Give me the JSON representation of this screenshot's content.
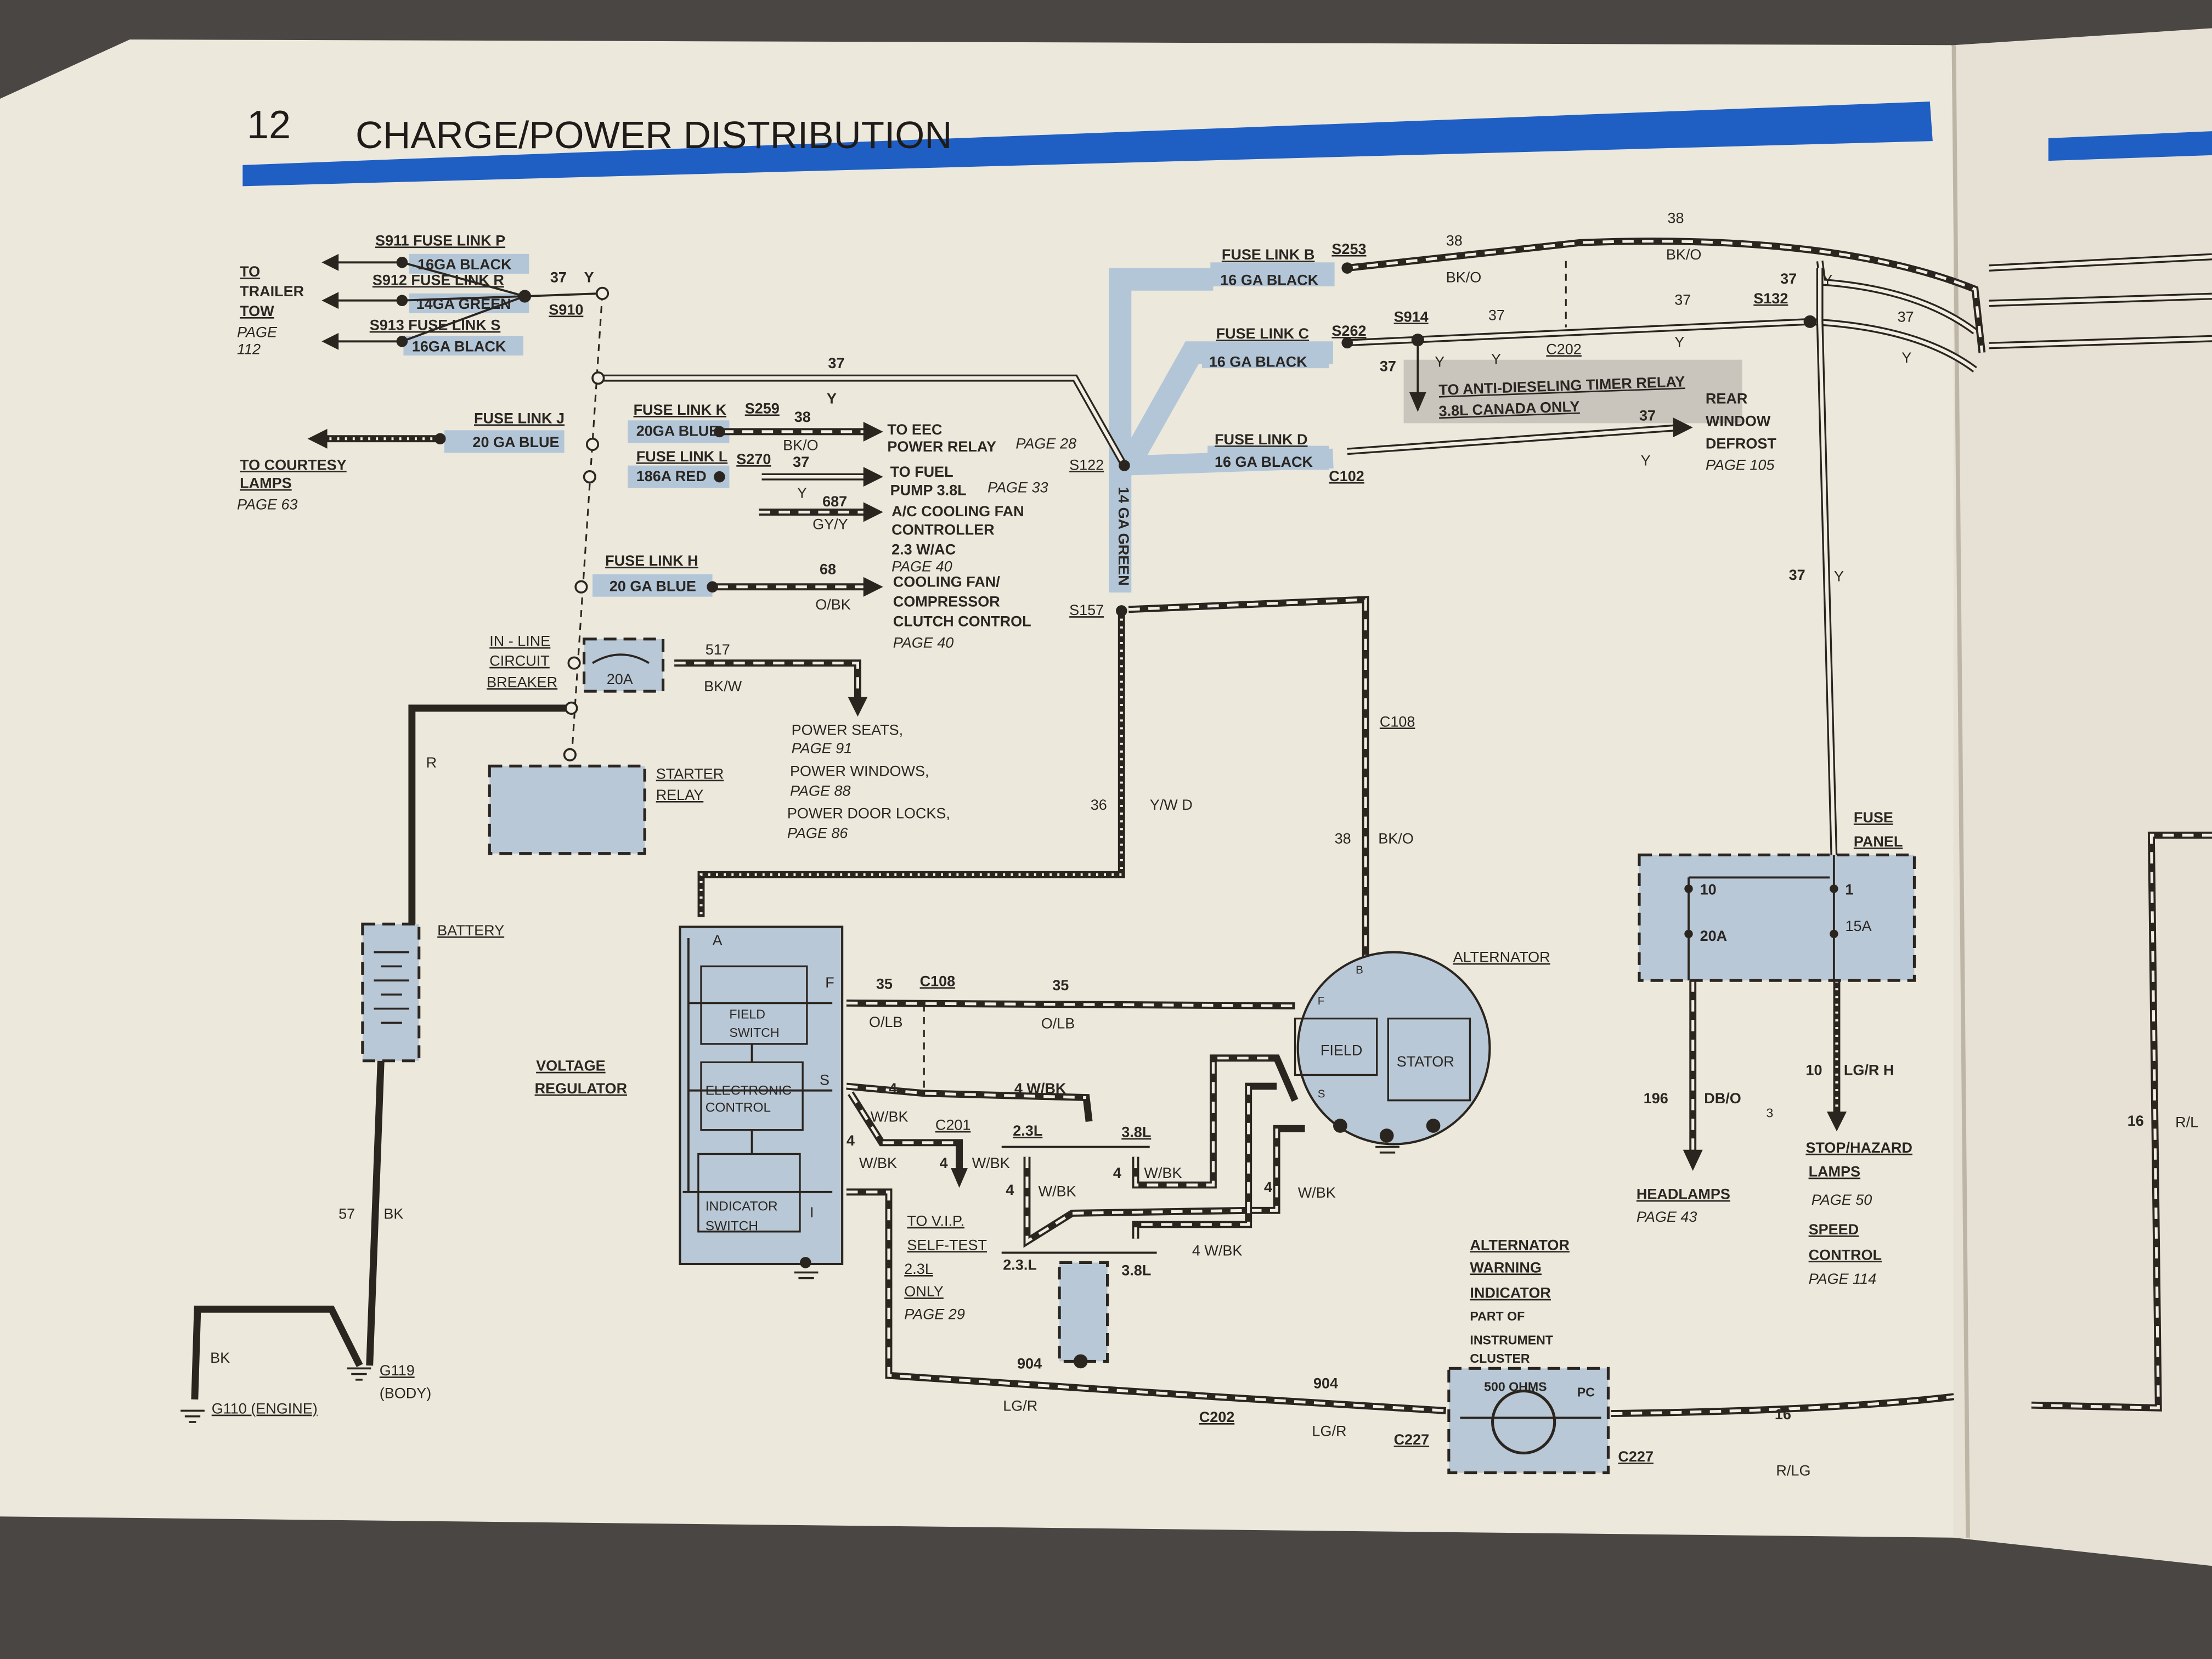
{
  "header": {
    "page_number": "12",
    "title": "CHARGE/POWER DISTRIBUTION"
  },
  "colors": {
    "accent_bar": "#1f5fc4",
    "highlight": "#b3c6d8",
    "page": "#ece8dc",
    "background": "#4a4644"
  },
  "trailer": {
    "to": "TO",
    "trailer": "TRAILER",
    "tow": "TOW",
    "page": "PAGE",
    "page_num": "112",
    "s911": "S911 FUSE LINK P",
    "s911_wire": "16GA BLACK",
    "s912": "S912 FUSE LINK R",
    "s912_wire": "14GA GREEN",
    "s913": "S913 FUSE LINK S",
    "s913_wire": "16GA BLACK",
    "circuit": "37",
    "color": "Y",
    "splice": "S910"
  },
  "bus": {
    "circuit": "37",
    "color": "Y"
  },
  "courtesy": {
    "link": "FUSE LINK J",
    "wire": "20 GA BLUE",
    "dest1": "TO COURTESY",
    "dest2": "LAMPS",
    "page": "PAGE 63"
  },
  "eec": {
    "link": "FUSE LINK K",
    "splice": "S259",
    "circuit": "38",
    "wire": "20GA BLUE",
    "color": "BK/O",
    "dest1": "TO  EEC",
    "dest2": "POWER RELAY",
    "page": "PAGE 28"
  },
  "fuel": {
    "link": "FUSE LINK L",
    "splice": "S270",
    "circuit": "37",
    "wire": "186A RED",
    "color": "Y",
    "circuit2": "687",
    "color2": "GY/Y",
    "dest1": "TO  FUEL",
    "dest2": "PUMP 3.8L",
    "page": "PAGE 33",
    "ac1": "A/C COOLING FAN",
    "ac2": "CONTROLLER",
    "ac3": "2.3 W/AC",
    "ac_page": "PAGE 40"
  },
  "fan": {
    "link": "FUSE LINK H",
    "wire": "20 GA BLUE",
    "circuit": "68",
    "color": "O/BK",
    "dest1": "COOLING FAN/",
    "dest2": "COMPRESSOR",
    "dest3": "CLUTCH CONTROL",
    "page": "PAGE 40"
  },
  "breaker": {
    "l1": "IN - LINE",
    "l2": "CIRCUIT",
    "l3": "BREAKER",
    "rating": "20A",
    "circuit": "517",
    "color": "BK/W",
    "d1": "POWER SEATS,",
    "p1": "PAGE 91",
    "d2": "POWER WINDOWS,",
    "p2": "PAGE 88",
    "d3": "POWER DOOR LOCKS,",
    "p3": "PAGE 86"
  },
  "splices": {
    "s122": "S122",
    "s157": "S157",
    "green": "14 GA GREEN",
    "r": "R",
    "c36": "36",
    "ywd": "Y/W D"
  },
  "starter": {
    "l1": "STARTER",
    "l2": "RELAY"
  },
  "upper_right": {
    "b_link": "FUSE LINK B",
    "b_splice": "S253",
    "b_wire": "16 GA BLACK",
    "b_circ1": "38",
    "b_color1": "BK/O",
    "b_circ2": "38",
    "b_color2": "BK/O",
    "c_link": "FUSE LINK C",
    "c_splice": "S262",
    "c_wire": "16 GA BLACK",
    "s914": "S914",
    "c_circ1": "37",
    "c_circ2": "37",
    "c_circ3": "37",
    "c_y1": "Y",
    "c_circ4": "37",
    "c_y2": "Y",
    "c_y3": "Y",
    "c202": "C202",
    "c_y4": "Y",
    "s132": "S132",
    "c_circ5": "37",
    "c_y5": "Y",
    "c_y6": "Y",
    "anti1": "TO ANTI-DIESELING TIMER RELAY",
    "anti2": "3.8L CANADA ONLY",
    "d_link": "FUSE LINK D",
    "d_wire": "16 GA BLACK",
    "c102": "C102",
    "d_circ": "37",
    "d_color": "Y",
    "rear1": "REAR",
    "rear2": "WINDOW",
    "rear3": "DEFROST",
    "rear_page": "PAGE 105",
    "down_circ": "37",
    "down_color": "Y"
  },
  "alt_feed": {
    "c108": "C108",
    "circuit": "38",
    "color": "BK/O"
  },
  "fuse_panel": {
    "l1": "FUSE",
    "l2": "PANEL",
    "f10": "10",
    "f10_rating": "20A",
    "f1": "1",
    "f1_rating": "15A"
  },
  "alternator": {
    "label": "ALTERNATOR",
    "field": "FIELD",
    "stator": "STATOR",
    "b": "B",
    "f": "F",
    "s": "S"
  },
  "outputs": {
    "hl_circ": "196",
    "hl_color": "DB/O",
    "hl_note": "3",
    "hl1": "HEADLAMPS",
    "hl_page": "PAGE 43",
    "st_circ": "10",
    "st_color": "LG/R H",
    "st1": "STOP/HAZARD",
    "st2": "LAMPS",
    "st_page": "PAGE 50",
    "sp1": "SPEED",
    "sp2": "CONTROL",
    "sp_page": "PAGE 114"
  },
  "warning": {
    "l1": "ALTERNATOR",
    "l2": "WARNING",
    "l3": "INDICATOR",
    "l4": "PART OF",
    "l5": "INSTRUMENT",
    "l6": "CLUSTER",
    "ohms": "500 OHMS",
    "pc": "PC",
    "c227a": "C227",
    "c227b": "C227",
    "circ16": "16",
    "rlg": "R/LG",
    "c904a": "904",
    "c904b": "904",
    "lgr1": "LG/R",
    "lgr2": "LG/R",
    "c202": "C202"
  },
  "regulator": {
    "l1": "VOLTAGE",
    "l2": "REGULATOR",
    "a": "A",
    "f": "F",
    "s": "S",
    "i": "I",
    "fs1": "FIELD",
    "fs2": "SWITCH",
    "ec1": "ELECTRONIC",
    "ec2": "CONTROL",
    "is1": "INDICATOR",
    "is2": "SWITCH"
  },
  "field_wire": {
    "c1": "35",
    "c108": "C108",
    "c2": "35",
    "o1": "O/LB",
    "o2": "O/LB"
  },
  "sense": {
    "a": "4",
    "b": "4  W/BK",
    "c": "W/BK",
    "c201": "C201",
    "d": "4",
    "e": "W/BK",
    "f": "4",
    "g": "W/BK",
    "l23a": "2.3L",
    "l38a": "3.8L",
    "h": "4",
    "hh": "W/BK",
    "k": "4",
    "kk": "W/BK",
    "m": "4",
    "mm": "W/BK",
    "n": "4  W/BK",
    "l23b": "2.3.L",
    "l38b": "3.8L",
    "vip1": "TO V.I.P.",
    "vip2": "SELF-TEST",
    "vip3": "2.3L",
    "vip4": "ONLY",
    "vip_page": "PAGE 29"
  },
  "battery": {
    "label": "BATTERY",
    "c57": "57",
    "bk1": "BK",
    "bk2": "BK",
    "g119": "G119",
    "body": "(BODY)",
    "g110": "G110 (ENGINE)"
  },
  "right_page": {
    "circ": "16",
    "color": "R/L"
  }
}
